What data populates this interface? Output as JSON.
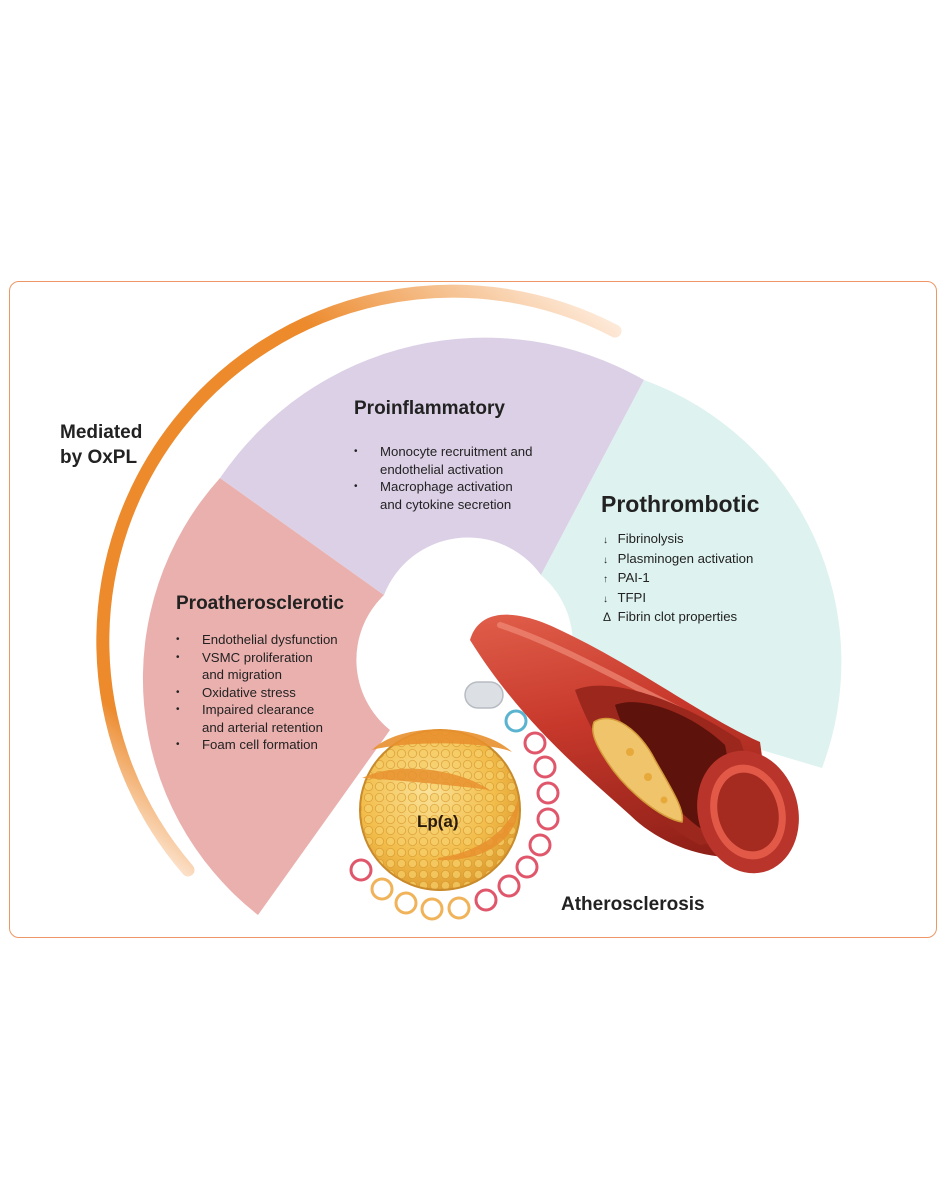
{
  "mediated": {
    "line1": "Mediated",
    "line2": "by OxPL"
  },
  "proinflammatory": {
    "title": "Proinflammatory",
    "items": [
      {
        "line1": "Monocyte recruitment and",
        "line2": "endothelial activation"
      },
      {
        "line1": "Macrophage activation",
        "line2": "and cytokine secretion"
      }
    ]
  },
  "proatherosclerotic": {
    "title": "Proatherosclerotic",
    "items": [
      {
        "line1": "Endothelial dysfunction",
        "line2": ""
      },
      {
        "line1": "VSMC proliferation",
        "line2": "and migration"
      },
      {
        "line1": "Oxidative stress",
        "line2": ""
      },
      {
        "line1": "Impaired clearance",
        "line2": "and arterial retention"
      },
      {
        "line1": "Foam cell formation",
        "line2": ""
      }
    ]
  },
  "prothrombotic": {
    "title": "Prothrombotic",
    "items": [
      {
        "symbol": "↓",
        "text": "Fibrinolysis"
      },
      {
        "symbol": "↓",
        "text": "Plasminogen activation"
      },
      {
        "symbol": "↑",
        "text": "PAI-1"
      },
      {
        "symbol": "↓",
        "text": "TFPI"
      },
      {
        "symbol": "Δ",
        "text": "Fibrin clot properties"
      }
    ]
  },
  "particle_label": "Lp(a)",
  "vessel_label": "Atherosclerosis",
  "colors": {
    "frame": "#ee9766",
    "arc": "#ec8a2c",
    "proinflammatory": "#dcd0e6",
    "proatherosclerotic": "#eab0ae",
    "prothrombotic": "#def2ef",
    "artery": "#c7382b",
    "plaque": "#f0c46a",
    "particle": "#f0b840"
  }
}
